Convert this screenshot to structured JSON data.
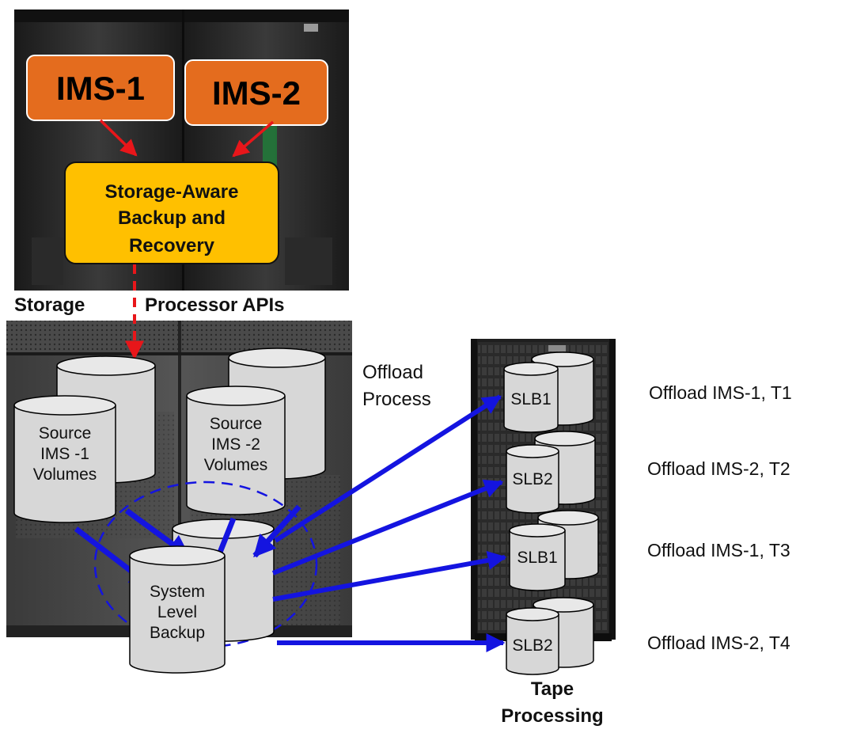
{
  "mainframe": {
    "ims1_label": "IMS-1",
    "ims2_label": "IMS-2",
    "backup_box": {
      "line1": "Storage-Aware",
      "line2": "Backup and",
      "line3": "Recovery"
    }
  },
  "api_label": {
    "part1": "Storage",
    "part2": "Processor APIs"
  },
  "storage_array": {
    "source1": {
      "line1": "Source",
      "line2": "IMS -1",
      "line3": "Volumes"
    },
    "source2": {
      "line1": "Source",
      "line2": "IMS -2",
      "line3": "Volumes"
    },
    "slb": {
      "line1": "System",
      "line2": "Level",
      "line3": "Backup"
    }
  },
  "offload": {
    "line1": "Offload",
    "line2": "Process"
  },
  "tape": {
    "cartridges": [
      {
        "label": "SLB1",
        "description": "Offload IMS-1, T1"
      },
      {
        "label": "SLB2",
        "description": "Offload IMS-2, T2"
      },
      {
        "label": "SLB1",
        "description": "Offload IMS-1, T3"
      },
      {
        "label": "SLB2",
        "description": "Offload IMS-2, T4"
      }
    ],
    "caption": {
      "line1": "Tape",
      "line2": "Processing"
    }
  },
  "colors": {
    "ims_box": "#E46C1E",
    "backup_box": "#FFC000",
    "red_arrow": "#E8161A",
    "blue_arrow": "#1414E0",
    "cylinder": "#D7D7D7"
  }
}
